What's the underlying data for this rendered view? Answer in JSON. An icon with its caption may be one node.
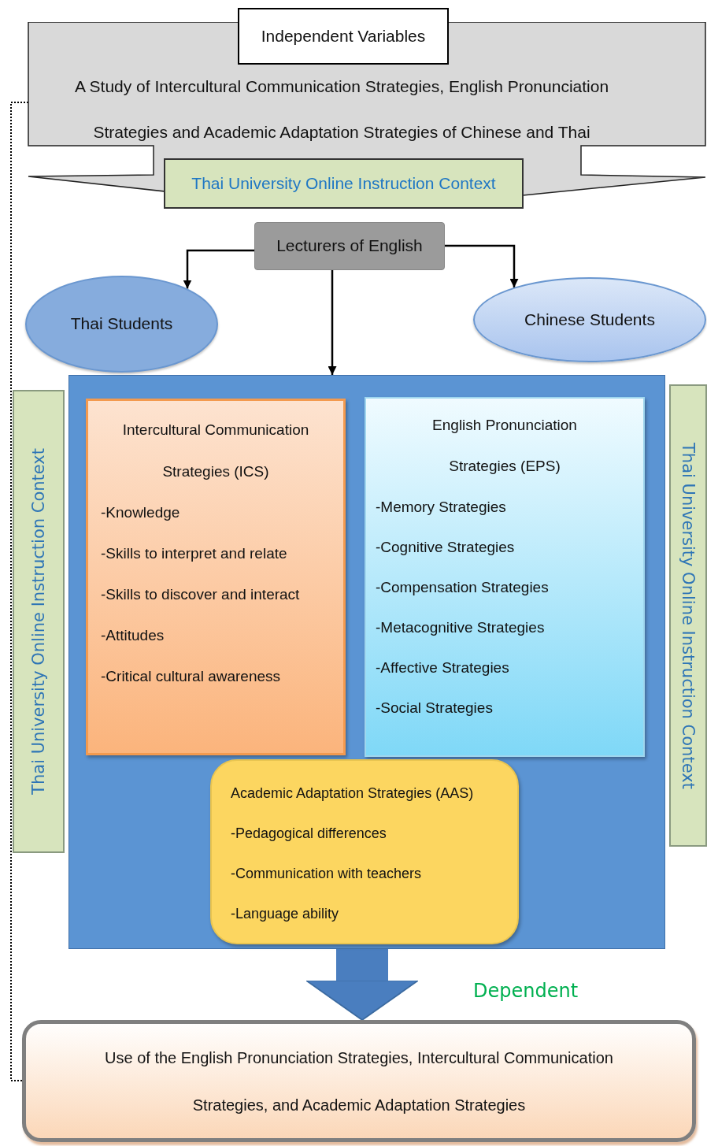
{
  "diagram": {
    "nodes": [
      {
        "text": [
          "A Study of Intercultural Communication Strategies, English Pronunciation Strategies and Academic Adaptation Strategies of Chinese and Thai"
        ]
      },
      {
        "text": [
          "Independent Variables"
        ]
      },
      {
        "text": [
          "Thai University Online Instruction Context"
        ]
      },
      {
        "text": [
          "Lecturers of English"
        ]
      },
      {
        "text": [
          "Thai Students"
        ]
      },
      {
        "text": [
          "Chinese Students"
        ]
      },
      {
        "text": [],
        "shape": "box"
      },
      {
        "text": [
          "Intercultural Communication Strategies (ICS)",
          "-Knowledge",
          "-Skills to interpret and relate",
          "-Skills to discover and interact",
          "-Attitudes",
          "-Critical cultural awareness"
        ],
        "in": 6
      },
      {
        "text": [
          "English Pronunciation Strategies (EPS)",
          "-Memory Strategies",
          "-Cognitive Strategies",
          "-Compensation Strategies",
          "-Metacognitive Strategies",
          "-Affective Strategies",
          "-Social Strategies"
        ],
        "in": 6
      },
      {
        "text": [
          "Academic Adaptation Strategies (AAS)",
          "-Pedagogical differences",
          "-Communication with teachers",
          "-Language ability"
        ],
        "in": 6
      },
      {
        "text": [
          "Thai University Online Instruction Context"
        ]
      },
      {
        "text": [
          "Thai University Online Instruction Context"
        ]
      },
      {
        "text": [
          "Use of the English Pronunciation Strategies, Intercultural Communication Strategies, and Academic Adaptation Strategies"
        ]
      }
    ],
    "edges": [
      {
        "from": 3,
        "to": 4,
        "arrow": "to"
      },
      {
        "from": 3,
        "to": 5,
        "arrow": "to"
      },
      {
        "from": 3,
        "to": 6,
        "arrow": "to"
      },
      {
        "from": 6,
        "to": 12,
        "arrow": "to",
        "style": "thick",
        "color": "#4a7ebf"
      },
      {
        "from": 0,
        "to": 12,
        "arrow": "none",
        "style": "dashed"
      }
    ],
    "labels": [
      "Dependent"
    ]
  }
}
